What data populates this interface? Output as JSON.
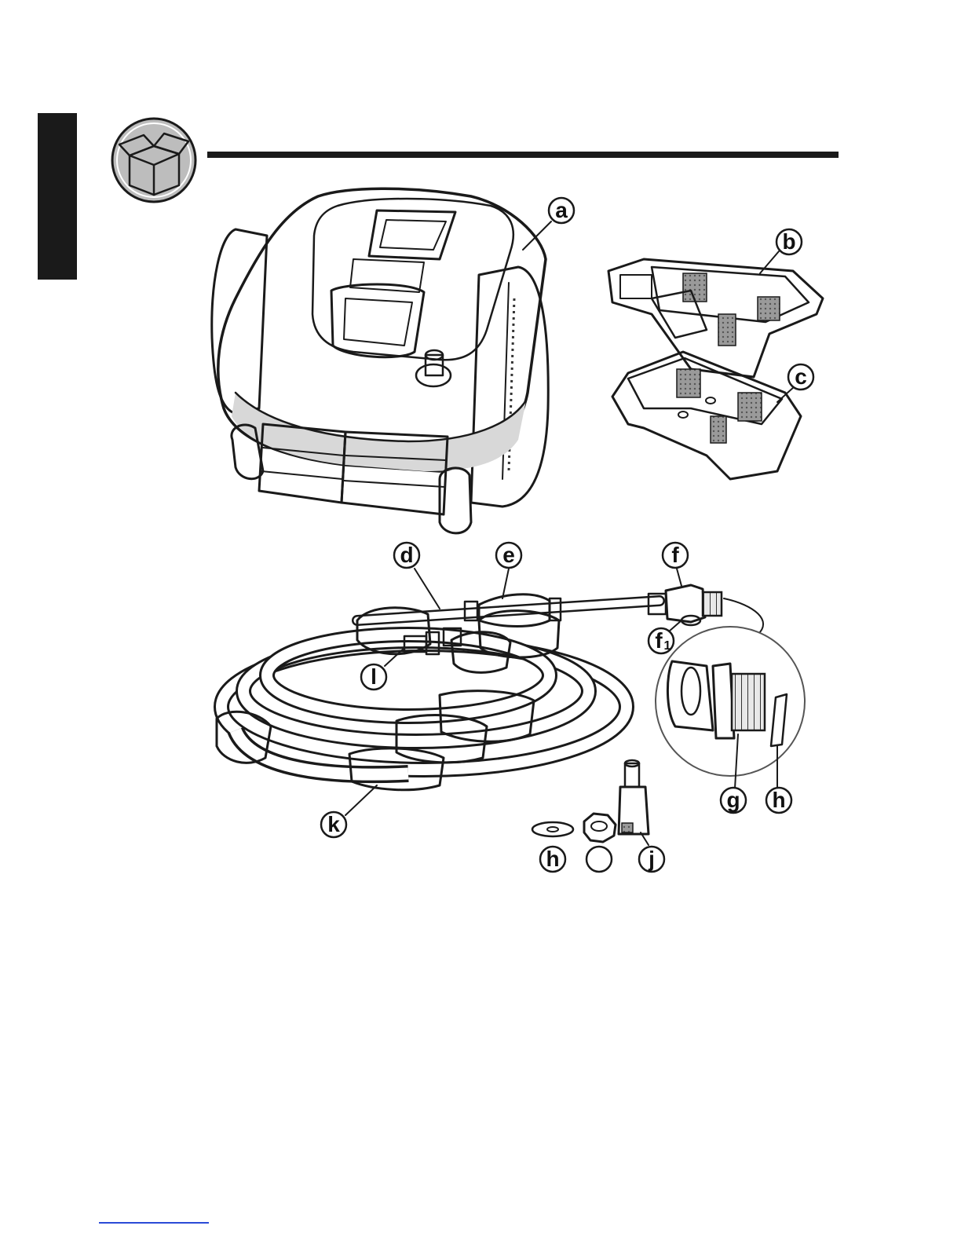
{
  "page": {
    "side_tab_color": "#1a1a1a",
    "header_rule_color": "#1a1a1a",
    "section_icon": "open-box-icon",
    "footer_rule_color": "#2a4bd7"
  },
  "parts": [
    {
      "id": "a",
      "label": "a"
    },
    {
      "id": "b",
      "label": "b"
    },
    {
      "id": "c",
      "label": "c"
    },
    {
      "id": "d",
      "label": "d"
    },
    {
      "id": "e",
      "label": "e"
    },
    {
      "id": "f",
      "label": "f"
    },
    {
      "id": "f1",
      "label": "f",
      "subscript": "1"
    },
    {
      "id": "g",
      "label": "g"
    },
    {
      "id": "h_upper",
      "label": "h"
    },
    {
      "id": "h_lower",
      "label": "h"
    },
    {
      "id": "i",
      "label": ""
    },
    {
      "id": "j",
      "label": "j"
    },
    {
      "id": "k",
      "label": "k"
    },
    {
      "id": "l",
      "label": "l"
    }
  ]
}
